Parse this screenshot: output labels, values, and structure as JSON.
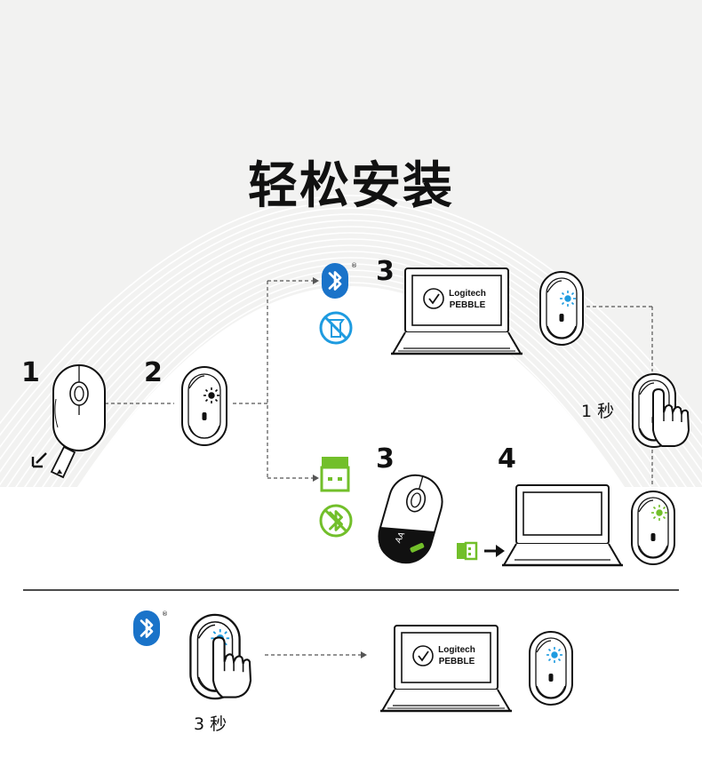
{
  "title": "轻松安装",
  "steps": {
    "one": "1",
    "two": "2",
    "three_bt": "3",
    "three_usb": "3",
    "four": "4"
  },
  "timers": {
    "one_second": "1 秒",
    "three_seconds": "3 秒"
  },
  "screen_brand": {
    "line1": "Logitech",
    "line2": "PEBBLE"
  },
  "colors": {
    "bluetooth_blue": "#1a73c9",
    "led_blue": "#1e9be0",
    "usb_green": "#72bf2a",
    "ink": "#111111"
  },
  "icons": [
    "bluetooth-icon",
    "no-receiver-icon",
    "usb-receiver-icon",
    "no-bluetooth-icon",
    "battery-tab-icon",
    "press-finger-icon",
    "arrow-right-icon",
    "checkmark-icon"
  ]
}
